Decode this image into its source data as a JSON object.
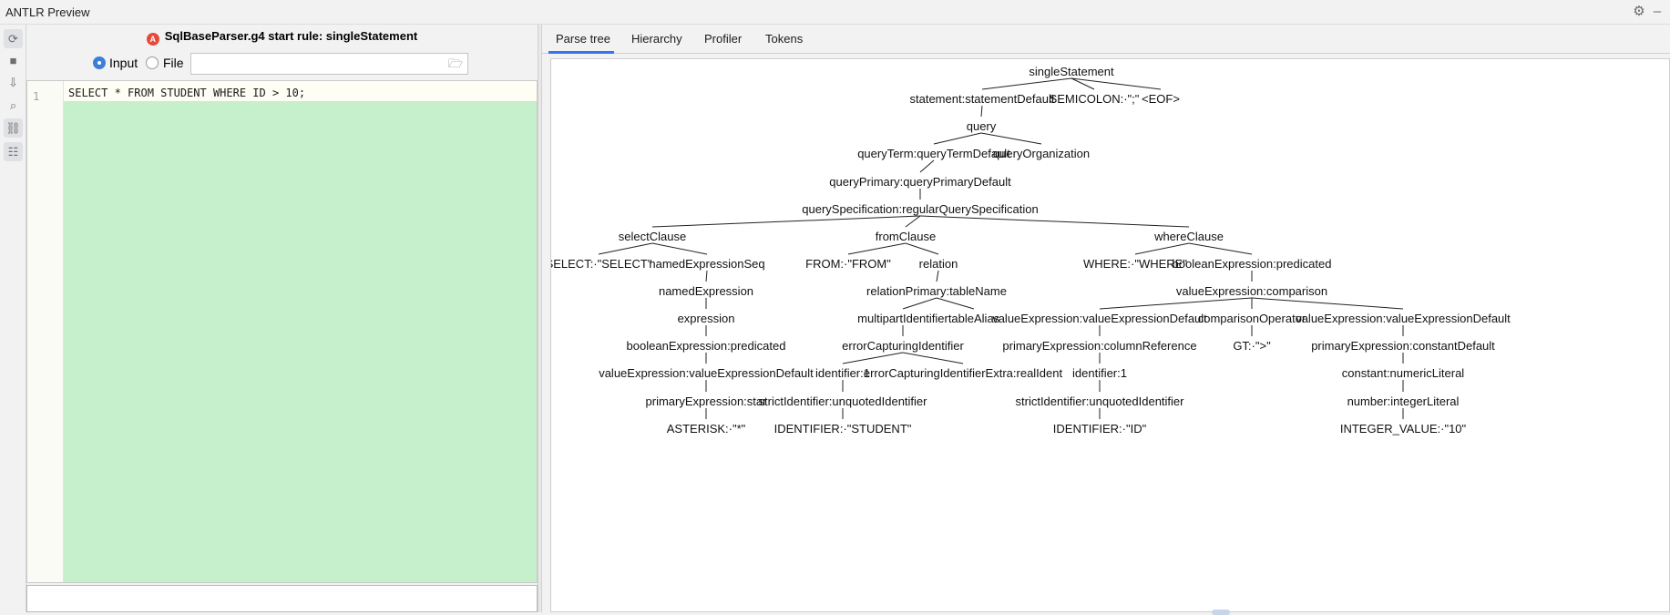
{
  "window": {
    "title": "ANTLR Preview"
  },
  "header": {
    "grammar_label": "SqlBaseParser.g4 start rule: singleStatement",
    "error_icon": "error-icon"
  },
  "source": {
    "input_label": "Input",
    "file_label": "File",
    "selected": "Input",
    "file_path": ""
  },
  "editor": {
    "line_number": "1",
    "code": "SELECT * FROM STUDENT WHERE ID > 10;"
  },
  "tabs": [
    "Parse tree",
    "Hierarchy",
    "Profiler",
    "Tokens"
  ],
  "active_tab": "Parse tree",
  "tree": [
    {
      "id": 0,
      "label": "singleStatement"
    },
    {
      "id": 1,
      "label": "statement:statementDefault",
      "parent": 0
    },
    {
      "id": 2,
      "label": "SEMICOLON:·\";\"",
      "parent": 0
    },
    {
      "id": 3,
      "label": "<EOF>",
      "parent": 0
    },
    {
      "id": 4,
      "label": "query",
      "parent": 1
    },
    {
      "id": 5,
      "label": "queryTerm:queryTermDefault",
      "parent": 4
    },
    {
      "id": 6,
      "label": "queryOrganization",
      "parent": 4
    },
    {
      "id": 7,
      "label": "queryPrimary:queryPrimaryDefault",
      "parent": 5
    },
    {
      "id": 8,
      "label": "querySpecification:regularQuerySpecification",
      "parent": 7
    },
    {
      "id": 9,
      "label": "selectClause",
      "parent": 8
    },
    {
      "id": 10,
      "label": "fromClause",
      "parent": 8
    },
    {
      "id": 11,
      "label": "whereClause",
      "parent": 8
    },
    {
      "id": 12,
      "label": "SELECT:·\"SELECT\"",
      "parent": 9
    },
    {
      "id": 13,
      "label": "namedExpressionSeq",
      "parent": 9
    },
    {
      "id": 14,
      "label": "namedExpression",
      "parent": 13
    },
    {
      "id": 15,
      "label": "expression",
      "parent": 14
    },
    {
      "id": 16,
      "label": "booleanExpression:predicated",
      "parent": 15
    },
    {
      "id": 17,
      "label": "valueExpression:valueExpressionDefault",
      "parent": 16
    },
    {
      "id": 18,
      "label": "primaryExpression:star",
      "parent": 17
    },
    {
      "id": 19,
      "label": "ASTERISK:·\"*\"",
      "parent": 18
    },
    {
      "id": 20,
      "label": "FROM:·\"FROM\"",
      "parent": 10
    },
    {
      "id": 21,
      "label": "relation",
      "parent": 10
    },
    {
      "id": 22,
      "label": "relationPrimary:tableName",
      "parent": 21
    },
    {
      "id": 23,
      "label": "multipartIdentifier",
      "parent": 22
    },
    {
      "id": 24,
      "label": "tableAlias",
      "parent": 22
    },
    {
      "id": 25,
      "label": "errorCapturingIdentifier",
      "parent": 23
    },
    {
      "id": 26,
      "label": "identifier:1",
      "parent": 25
    },
    {
      "id": 27,
      "label": "errorCapturingIdentifierExtra:realIdent",
      "parent": 25
    },
    {
      "id": 28,
      "label": "strictIdentifier:unquotedIdentifier",
      "parent": 26
    },
    {
      "id": 29,
      "label": "IDENTIFIER:·\"STUDENT\"",
      "parent": 28
    },
    {
      "id": 30,
      "label": "WHERE:·\"WHERE\"",
      "parent": 11
    },
    {
      "id": 31,
      "label": "booleanExpression:predicated",
      "parent": 11
    },
    {
      "id": 32,
      "label": "valueExpression:comparison",
      "parent": 31
    },
    {
      "id": 33,
      "label": "valueExpression:valueExpressionDefault",
      "parent": 32
    },
    {
      "id": 34,
      "label": "comparisonOperator",
      "parent": 32
    },
    {
      "id": 35,
      "label": "valueExpression:valueExpressionDefault",
      "parent": 32
    },
    {
      "id": 36,
      "label": "primaryExpression:columnReference",
      "parent": 33
    },
    {
      "id": 37,
      "label": "identifier:1",
      "parent": 36
    },
    {
      "id": 38,
      "label": "strictIdentifier:unquotedIdentifier",
      "parent": 37
    },
    {
      "id": 39,
      "label": "IDENTIFIER:·\"ID\"",
      "parent": 38
    },
    {
      "id": 40,
      "label": "GT:·\">\"",
      "parent": 34
    },
    {
      "id": 41,
      "label": "primaryExpression:constantDefault",
      "parent": 35
    },
    {
      "id": 42,
      "label": "constant:numericLiteral",
      "parent": 41
    },
    {
      "id": 43,
      "label": "number:integerLiteral",
      "parent": 42
    },
    {
      "id": 44,
      "label": "INTEGER_VALUE:·\"10\"",
      "parent": 43
    }
  ],
  "icons": {
    "titlebar": [
      "gear-icon",
      "minimize-icon"
    ],
    "tools": [
      "refresh-icon",
      "stop-icon",
      "import-icon",
      "search-icon",
      "tree-icon",
      "hierarchy-icon"
    ],
    "folder": "folder-icon"
  },
  "colors": {
    "input_bg": "#c6efcc",
    "tab_accent": "#3574f0",
    "error": "#e5493a"
  }
}
